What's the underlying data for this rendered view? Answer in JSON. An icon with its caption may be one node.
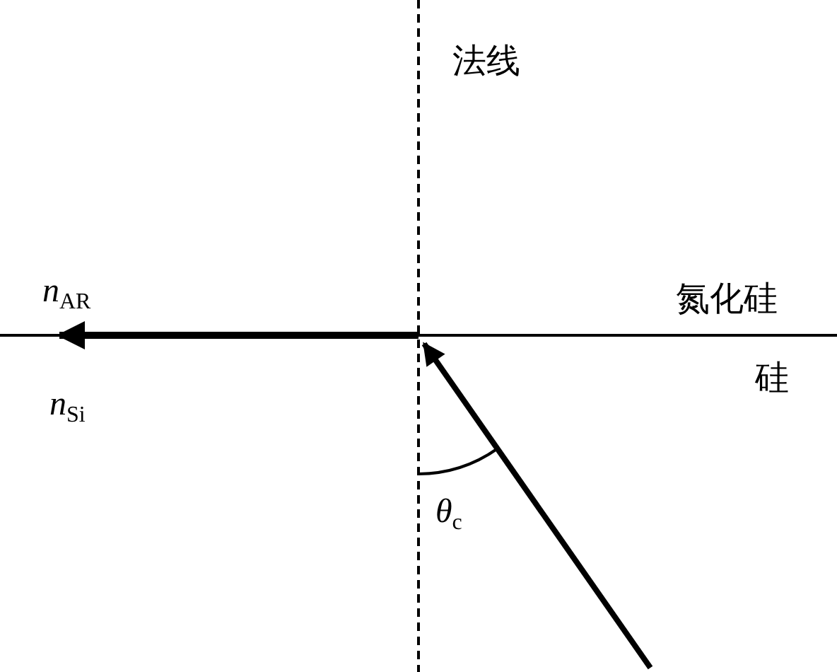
{
  "diagram": {
    "labels": [
      "法线",
      "*n*$_{AR}$",
      "氮化硅",
      "硅",
      "*n*$_{Si}$",
      "*θ*$_{c}$"
    ]
  }
}
